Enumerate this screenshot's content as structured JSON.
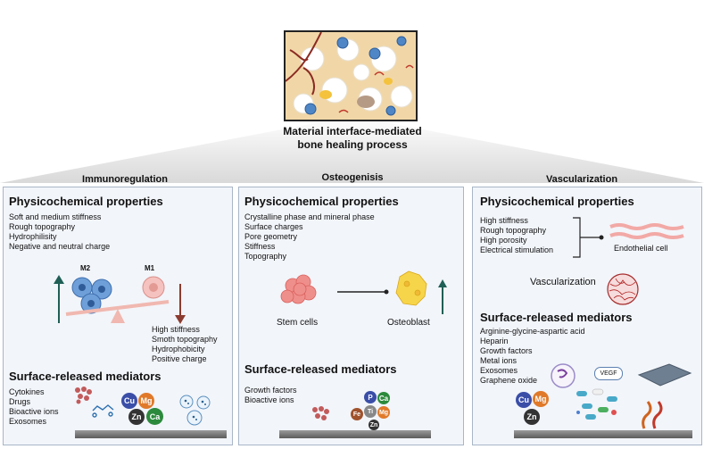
{
  "header": {
    "title_line1": "Material interface-mediated",
    "title_line2": "bone healing process"
  },
  "tabs": [
    "Immunoregulation",
    "Osteogenisis",
    "Vascularization"
  ],
  "immuno": {
    "props_title": "Physicochemical properties",
    "props": [
      "Soft and medium stiffness",
      "Rough topography",
      "Hydrophilisity",
      "Negative and neutral charge"
    ],
    "m2": "M2",
    "m1": "M1",
    "right_props": [
      "High stiffness",
      "Smoth topography",
      "Hydrophobicity",
      "Positive charge"
    ],
    "mediators_title": "Surface-released mediators",
    "mediators": [
      "Cytokines",
      "Drugs",
      "Bioactive ions",
      "Exosomes"
    ],
    "ions": [
      "Cu",
      "Mg",
      "Zn",
      "Ca"
    ]
  },
  "osteo": {
    "props_title": "Physicochemical properties",
    "props": [
      "Crystalline phase and mineral phase",
      "Surface charges",
      "Pore geometry",
      "Stiffness",
      "Topography"
    ],
    "stem": "Stem cells",
    "osteoblast": "Osteoblast",
    "mediators_title": "Surface-released mediators",
    "mediators": [
      "Growth factors",
      "Bioactive ions"
    ],
    "ions": [
      "P",
      "Ca",
      "Fe",
      "Ti",
      "Mg",
      "Zn"
    ]
  },
  "vasc": {
    "props_title": "Physicochemical properties",
    "props": [
      "High stiffness",
      "Rough topography",
      "High porosity",
      "Electrical stimulation"
    ],
    "endothelial": "Endothelial cell",
    "vasc_label": "Vascularization",
    "mediators_title": "Surface-released mediators",
    "mediators": [
      "Arginine-glycine-aspartic acid",
      "Heparin",
      "Growth factors",
      "Metal ions",
      "Exosomes",
      "Graphene oxide"
    ],
    "vegf": "VEGF",
    "ions": [
      "Cu",
      "Mg",
      "Zn"
    ]
  },
  "colors": {
    "panel_bg": "#f2f5fa",
    "panel_border": "#a9b6c8",
    "m2_blue": "#5b8fd1",
    "m1_pink": "#f2b6b3",
    "arrow_up": "#1f5f55",
    "arrow_down": "#8b3b2f"
  }
}
